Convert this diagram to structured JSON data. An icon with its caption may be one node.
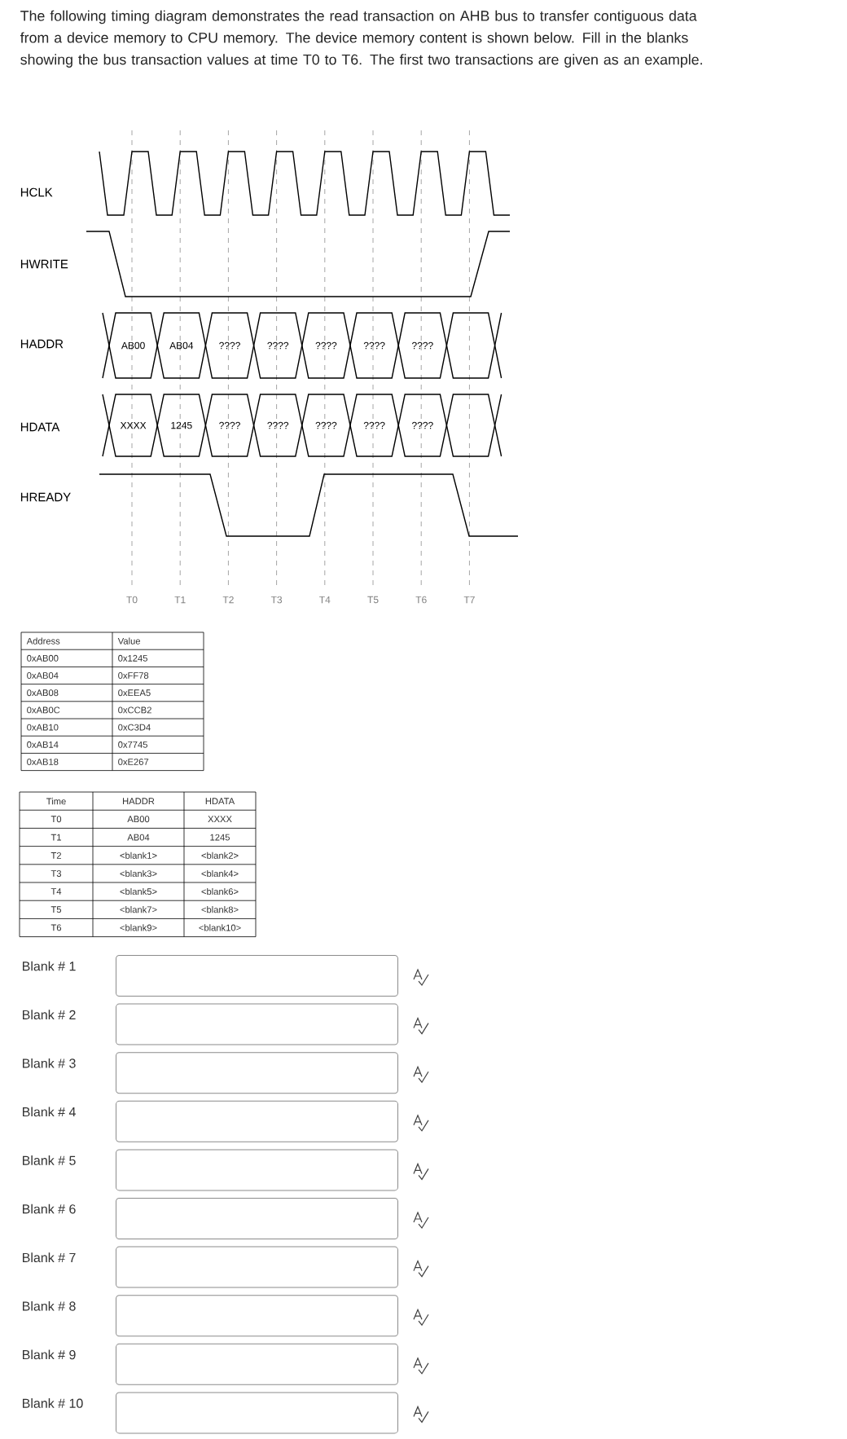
{
  "diagram": {
    "nodes": [
      {
        "text": [
          "AB00"
        ]
      },
      {
        "text": [
          "AB04"
        ]
      },
      {
        "text": [
          "????"
        ]
      },
      {
        "text": [
          "????"
        ]
      },
      {
        "text": [
          "????"
        ]
      },
      {
        "text": [
          "????"
        ]
      },
      {
        "text": [
          "????"
        ]
      },
      {
        "text": [],
        "shape": "hexagon"
      },
      {
        "text": [
          "XXXX"
        ]
      },
      {
        "text": [
          "1245"
        ]
      },
      {
        "text": [
          "????"
        ]
      },
      {
        "text": [
          "????"
        ]
      },
      {
        "text": [
          "????"
        ]
      },
      {
        "text": [
          "????"
        ]
      },
      {
        "text": [
          "????"
        ]
      },
      {
        "text": [],
        "shape": "hexagon"
      },
      {
        "text": [
          "Blank # 1"
        ]
      },
      {
        "text": [
          "Blank # 2"
        ]
      },
      {
        "text": [
          "Blank # 3"
        ]
      },
      {
        "text": [
          "Blank # 4"
        ]
      },
      {
        "text": [
          "Blank # 5"
        ]
      },
      {
        "text": [
          "Blank # 6"
        ]
      },
      {
        "text": [
          "Blank # 7"
        ]
      },
      {
        "text": [
          "Blank # 8"
        ]
      },
      {
        "text": [
          "Blank # 9"
        ]
      },
      {
        "text": [
          "Blank # 10"
        ]
      }
    ],
    "labels": [
      "The following timing diagram demonstrates the read transaction on AHB bus to transfer contiguous data from a device memory to CPU memory. The device memory content is shown below. Fill in the blanks showing the bus transaction values at time T0 to T6. The first two transactions are given as an example.",
      "HCLK",
      "HWRITE",
      "HADDR",
      "HDATA",
      "HREADY",
      "T0",
      "T1",
      "T2",
      "T3",
      "T4",
      "T5",
      "T6",
      "T7",
      "Address",
      "Value",
      "0xAB00",
      "0x1245",
      "0xAB04",
      "0xFF78",
      "0xAB08",
      "0xEEA5",
      "0xAB0C",
      "0xCCB2",
      "0xAB10",
      "0xC3D4",
      "0xAB14",
      "0x7745",
      "0xAB18",
      "0xE267",
      "Time",
      "HADDR",
      "HDATA",
      "T0",
      "AB00",
      "XXXX",
      "T1",
      "AB04",
      "1245",
      "T2",
      "<blank1>",
      "<blank2>",
      "T3",
      "<blank3>",
      "<blank4>",
      "T4",
      "<blank5>",
      "<blank6>",
      "T5",
      "<blank7>",
      "<blank8>",
      "T6",
      "<blank9>",
      "<blank10>"
    ]
  }
}
